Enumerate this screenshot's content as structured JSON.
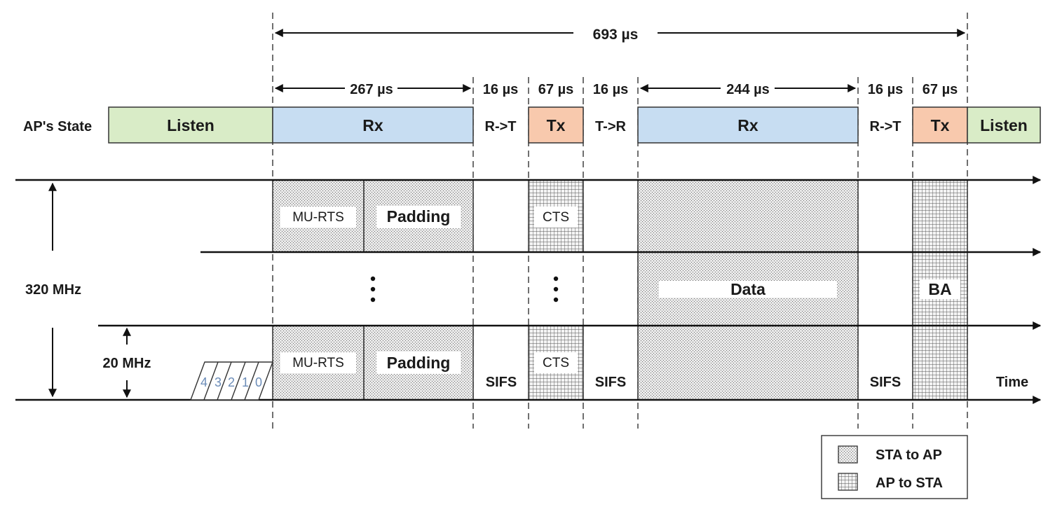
{
  "colors": {
    "listen": "#d9ecc7",
    "rx": "#c7ddf2",
    "tx": "#f8c9ad",
    "line": "#111111"
  },
  "durations": {
    "total": "693 µs",
    "d1": "267 µs",
    "d2": "16 µs",
    "d3": "67 µs",
    "d4": "16 µs",
    "d5": "244 µs",
    "d6": "16 µs",
    "d7": "67 µs"
  },
  "ap_state": {
    "label": "AP's State",
    "listen1": "Listen",
    "rx1": "Rx",
    "rt1": "R->T",
    "tx1": "Tx",
    "tr": "T->R",
    "rx2": "Rx",
    "rt2": "R->T",
    "tx2": "Tx",
    "listen2": "Listen"
  },
  "bandwidth": {
    "total": "320 MHz",
    "channel": "20 MHz"
  },
  "frames": {
    "murts_top": "MU-RTS",
    "padding_top": "Padding",
    "murts_bottom": "MU-RTS",
    "padding_bottom": "Padding",
    "cts_top": "CTS",
    "cts_bottom": "CTS",
    "data": "Data",
    "ba": "BA"
  },
  "sifs": [
    "SIFS",
    "SIFS",
    "SIFS"
  ],
  "backoff": [
    "4",
    "3",
    "2",
    "1",
    "0"
  ],
  "time_label": "Time",
  "legend": {
    "sta_to_ap": "STA to AP",
    "ap_to_sta": "AP to STA"
  }
}
